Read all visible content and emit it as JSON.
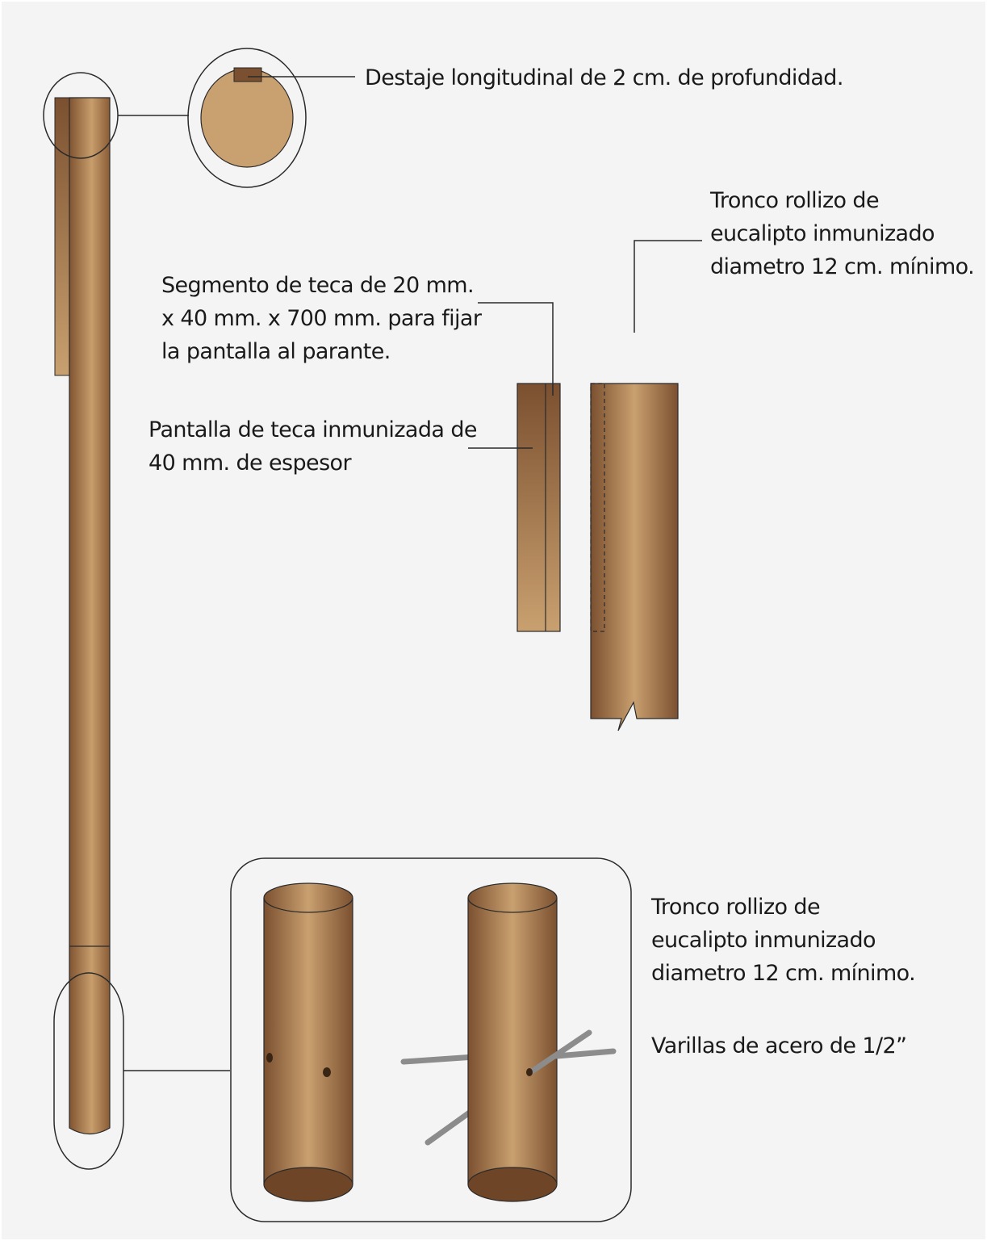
{
  "colors": {
    "background": "#f4f4f4",
    "wood_dark": "#7b5030",
    "wood_light": "#c9a06f",
    "outline": "#2a2a2a",
    "steel": "#9a9a9a"
  },
  "labels": {
    "groove_note": "Destaje longitudinal de 2 cm. de profundidad.",
    "trunk_top": {
      "line1": "Tronco rollizo de",
      "line2": "eucalipto inmunizado",
      "line3": "diametro 12 cm. mínimo."
    },
    "teak_segment": {
      "line1": "Segmento de teca de 20 mm.",
      "line2": "x 40 mm. x 700 mm. para fijar",
      "line3": "la pantalla al parante."
    },
    "teak_screen": {
      "line1": "Pantalla de teca inmunizada de",
      "line2": "40 mm. de espesor"
    },
    "trunk_bottom": {
      "line1": "Tronco rollizo de",
      "line2": "eucalipto inmunizado",
      "line3": "diametro 12 cm. mínimo."
    },
    "rods": "Varillas de acero de 1/2”"
  }
}
